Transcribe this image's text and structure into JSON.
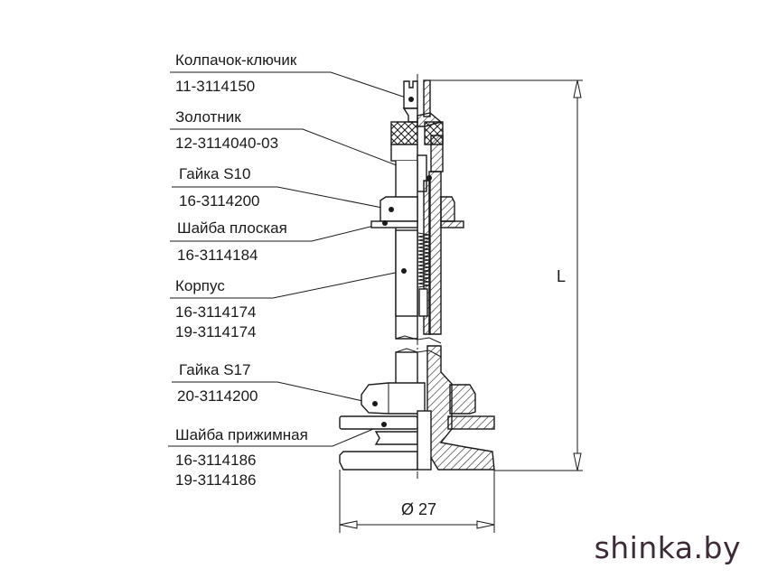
{
  "parts": [
    {
      "name": "Колпачок-ключик",
      "codes": [
        "11-3114150"
      ]
    },
    {
      "name": "Золотник",
      "codes": [
        "12-3114040-03"
      ]
    },
    {
      "name": "Гайка S10",
      "codes": [
        "16-3114200"
      ]
    },
    {
      "name": "Шайба плоская",
      "codes": [
        "16-3114184"
      ]
    },
    {
      "name": "Корпус",
      "codes": [
        "16-3114174",
        "19-3114174"
      ]
    },
    {
      "name": "Гайка S17",
      "codes": [
        "20-3114200"
      ]
    },
    {
      "name": "Шайба прижимная",
      "codes": [
        "16-3114186",
        "19-3114186"
      ]
    }
  ],
  "dimensions": {
    "length_label": "L",
    "diameter_label": "Ø 27"
  },
  "watermark": "shinka.by"
}
